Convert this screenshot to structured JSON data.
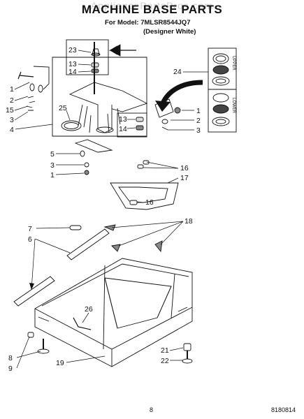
{
  "watermark": "AppliancePartsPros.com",
  "title": "MACHINE BASE PARTS",
  "model_line": "For Model: 7MLSR8544JQ7",
  "color_line": "(Designer White)",
  "page_number": "8",
  "doc_number": "8180814",
  "side_labels": {
    "upper": "UPPER",
    "lower": "LOWER"
  },
  "callouts": {
    "c23": "23",
    "c13a": "13",
    "c14a": "14",
    "c1a": "1",
    "c2a": "2",
    "c15": "15",
    "c3a": "3",
    "c4": "4",
    "c25": "25",
    "c24": "24",
    "c1b": "1",
    "c2b": "2",
    "c3b": "3",
    "c13b": "13",
    "c14b": "14",
    "c5": "5",
    "c3c": "3",
    "c1c": "1",
    "c16a": "16",
    "c17": "17",
    "c16b": "16",
    "c7": "7",
    "c6": "6",
    "c18": "18",
    "c26": "26",
    "c8": "8",
    "c9": "9",
    "c19": "19",
    "c21": "21",
    "c22": "22"
  }
}
